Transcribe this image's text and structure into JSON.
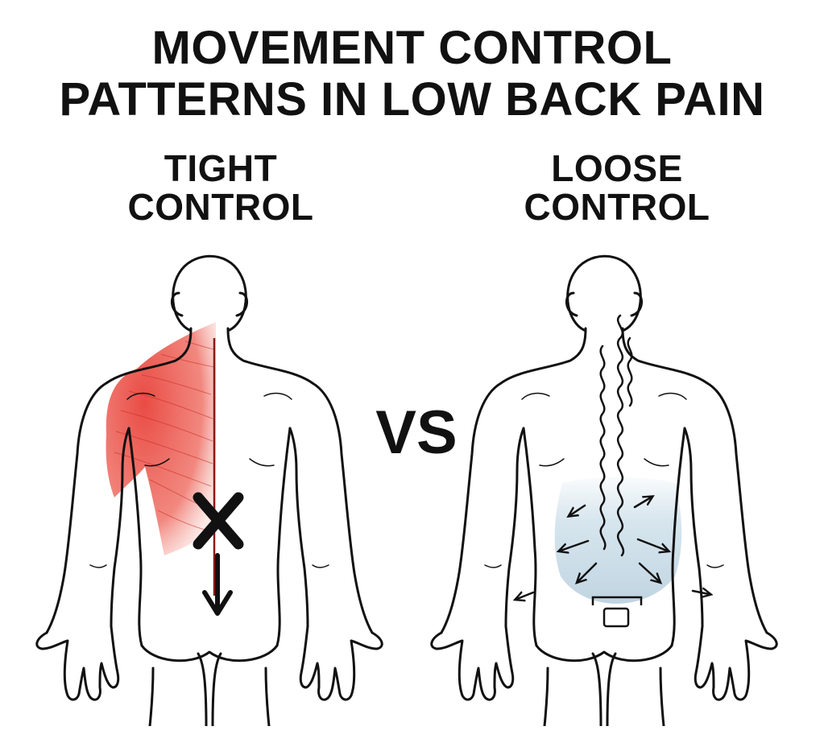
{
  "title": {
    "line1": "MOVEMENT CONTROL",
    "line2": "PATTERNS IN LOW BACK PAIN"
  },
  "panels": {
    "left": {
      "line1": "TIGHT",
      "line2": "CONTROL",
      "highlight_color": "#e8423a"
    },
    "right": {
      "line1": "LOOSE",
      "line2": "CONTROL",
      "highlight_color": "#c9dde8"
    }
  },
  "vs_label": "VS",
  "icons": {
    "left": [
      "stop-x-icon",
      "down-arrow-icon"
    ],
    "right": [
      "wavy-spine-icon",
      "outward-arrows-icon"
    ]
  }
}
